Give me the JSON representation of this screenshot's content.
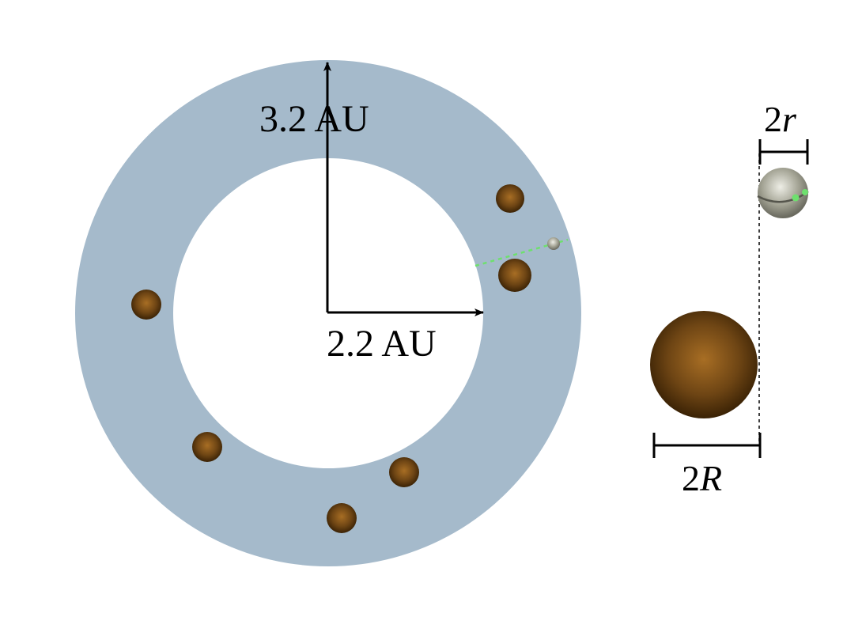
{
  "diagram": {
    "labels": {
      "outer_radius": "3.2 AU",
      "inner_radius": "2.2 AU",
      "small_diameter_num": "2",
      "small_diameter_var": "r",
      "large_diameter_num": "2",
      "large_diameter_var": "R"
    },
    "colors": {
      "belt": "#a5bacb",
      "asteroid_light": "#a86e24",
      "asteroid_mid": "#6e4514",
      "asteroid_dark": "#3a2205",
      "probe_light": "#eeeee6",
      "probe_mid": "#a3a394",
      "probe_dark": "#6b6b60",
      "probe_band": "#55554c",
      "trajectory": "#6ee06e",
      "ink": "#000000"
    }
  }
}
